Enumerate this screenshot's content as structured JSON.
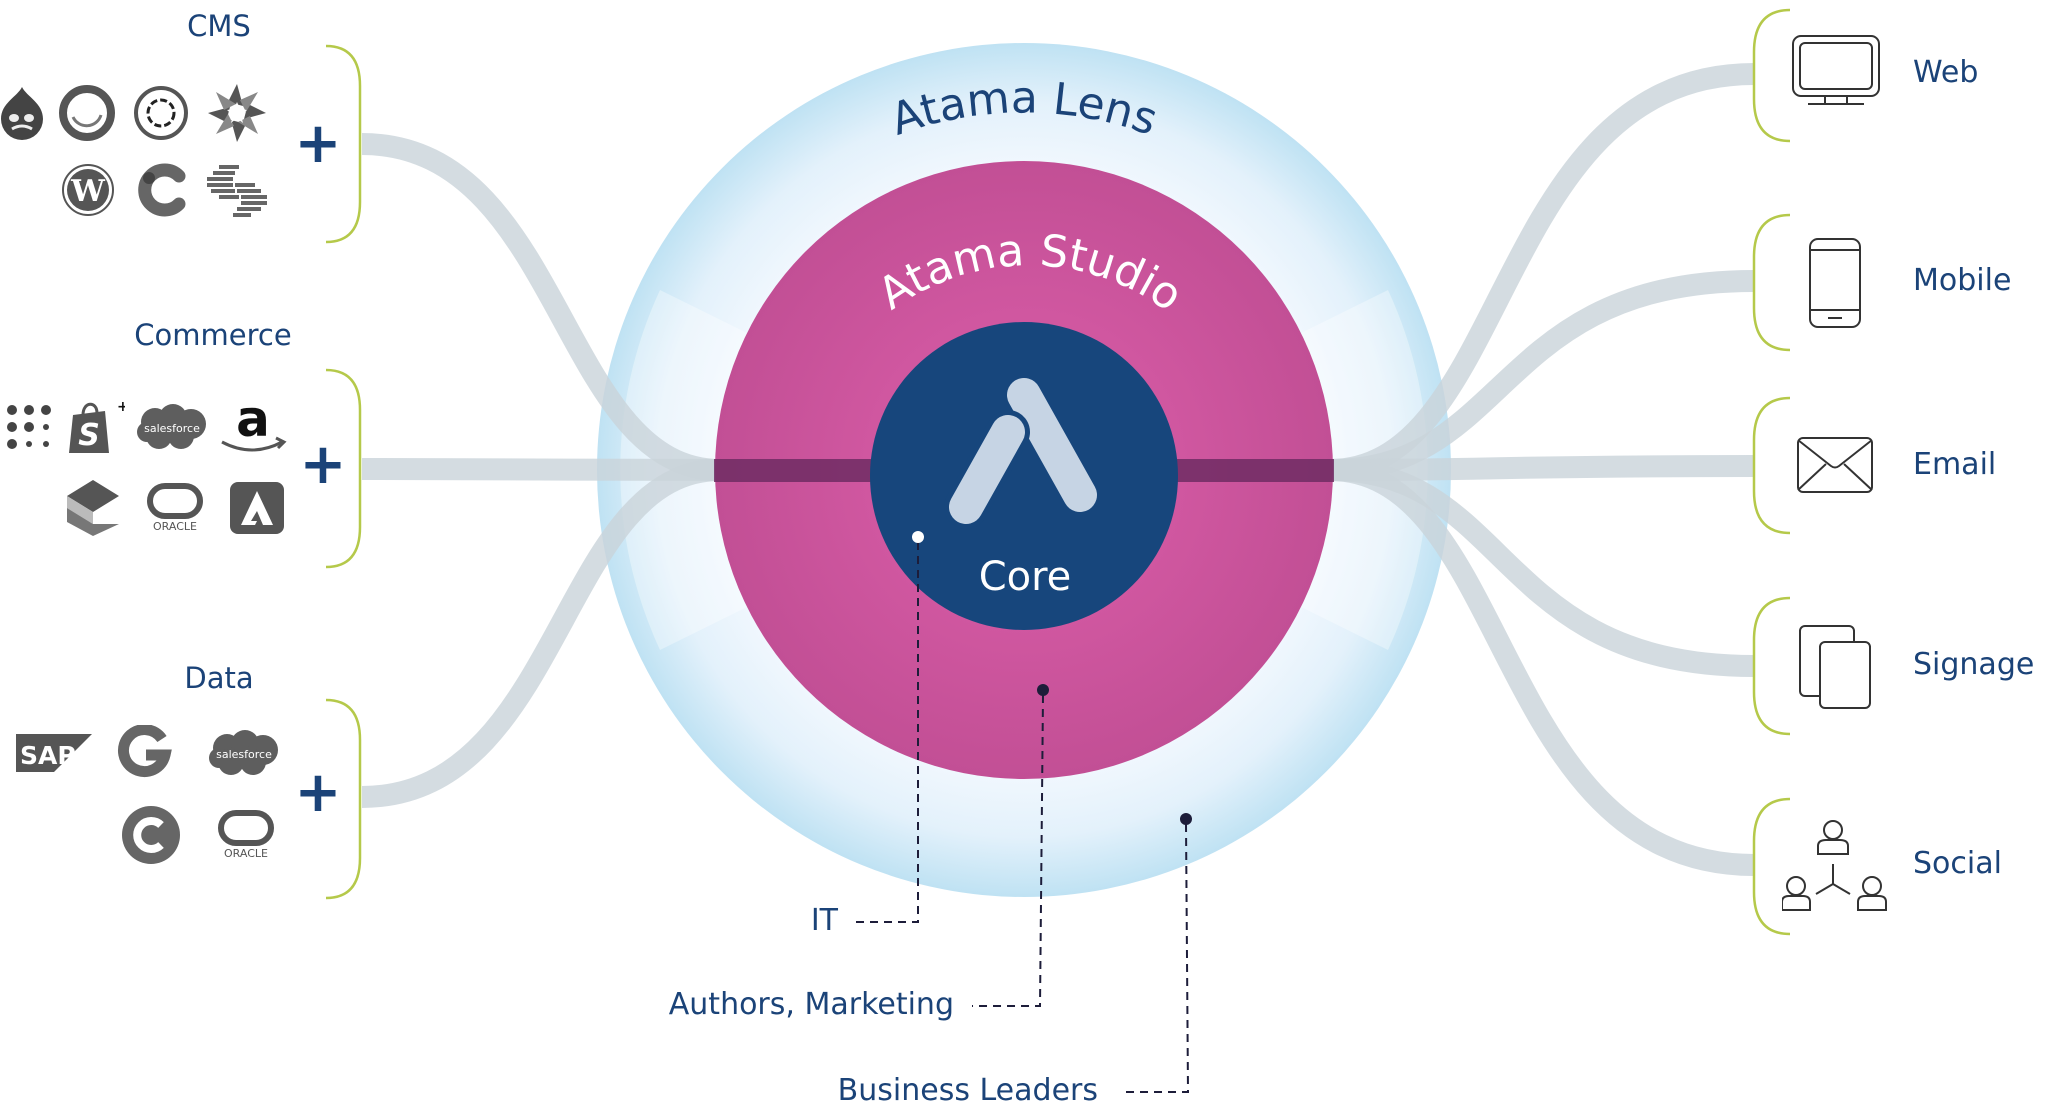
{
  "diagram": {
    "center": {
      "lens_label": "Atama Lens",
      "studio_label": "Atama Studio",
      "core_label": "Core",
      "core_logo_icon": "atama-logo-icon"
    },
    "input_groups": [
      {
        "title": "CMS",
        "connector": "plus",
        "logos": [
          "drupal-logo",
          "sitecore-logo",
          "adobe-experience-manager-logo",
          "acquia-logo",
          "wordpress-logo",
          "contentful-logo",
          "sanity-logo"
        ]
      },
      {
        "title": "Commerce",
        "connector": "plus",
        "logos": [
          "commercetools-logo",
          "shopify-plus-logo",
          "salesforce-logo",
          "amazon-logo",
          "bigcommerce-logo",
          "oracle-logo",
          "adobe-commerce-logo"
        ],
        "logo_texts": {
          "salesforce": "salesforce",
          "oracle": "ORACLE",
          "shopify_plus": "+"
        }
      },
      {
        "title": "Data",
        "connector": "plus",
        "logos": [
          "sap-logo",
          "google-logo",
          "salesforce-logo",
          "contentstack-logo",
          "oracle-logo"
        ],
        "logo_texts": {
          "sap": "SAP",
          "salesforce": "salesforce",
          "oracle": "ORACLE"
        }
      }
    ],
    "outputs": [
      {
        "label": "Web",
        "icon": "monitor-icon"
      },
      {
        "label": "Mobile",
        "icon": "smartphone-icon"
      },
      {
        "label": "Email",
        "icon": "envelope-icon"
      },
      {
        "label": "Signage",
        "icon": "signage-screens-icon"
      },
      {
        "label": "Social",
        "icon": "social-network-icon"
      }
    ],
    "roles": [
      {
        "label": "IT",
        "points_to": "Core"
      },
      {
        "label": "Authors, Marketing",
        "points_to": "Atama Studio"
      },
      {
        "label": "Business Leaders",
        "points_to": "Atama Lens"
      }
    ]
  },
  "colors": {
    "navy": "#1b4378",
    "core": "#17467c",
    "studio": "#cc529b",
    "lens_light": "#eaf4fb",
    "lens_edge": "#bfe1f2",
    "ribbon": "#c9d3da",
    "bracket": "#b5c94a",
    "logo_gray": "#555555"
  }
}
